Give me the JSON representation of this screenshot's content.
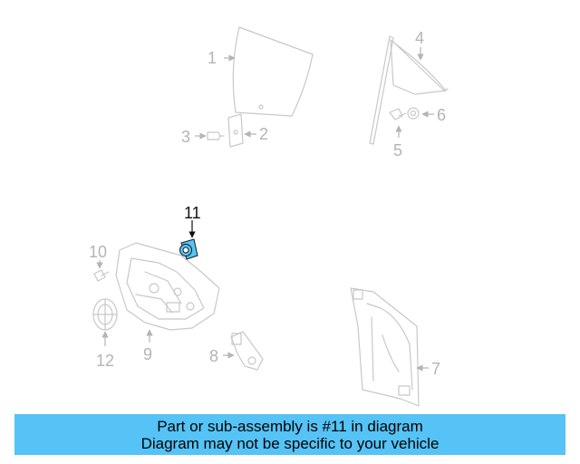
{
  "diagram": {
    "highlight_color": "#55c3f5",
    "callouts": [
      "1",
      "2",
      "3",
      "4",
      "5",
      "6",
      "7",
      "8",
      "9",
      "10",
      "11",
      "12"
    ],
    "highlighted_callout": "11"
  },
  "caption": {
    "line1": "Part or sub-assembly is #11 in diagram",
    "line2": "Diagram may not be specific to your vehicle",
    "background_color": "#55c3f5"
  }
}
